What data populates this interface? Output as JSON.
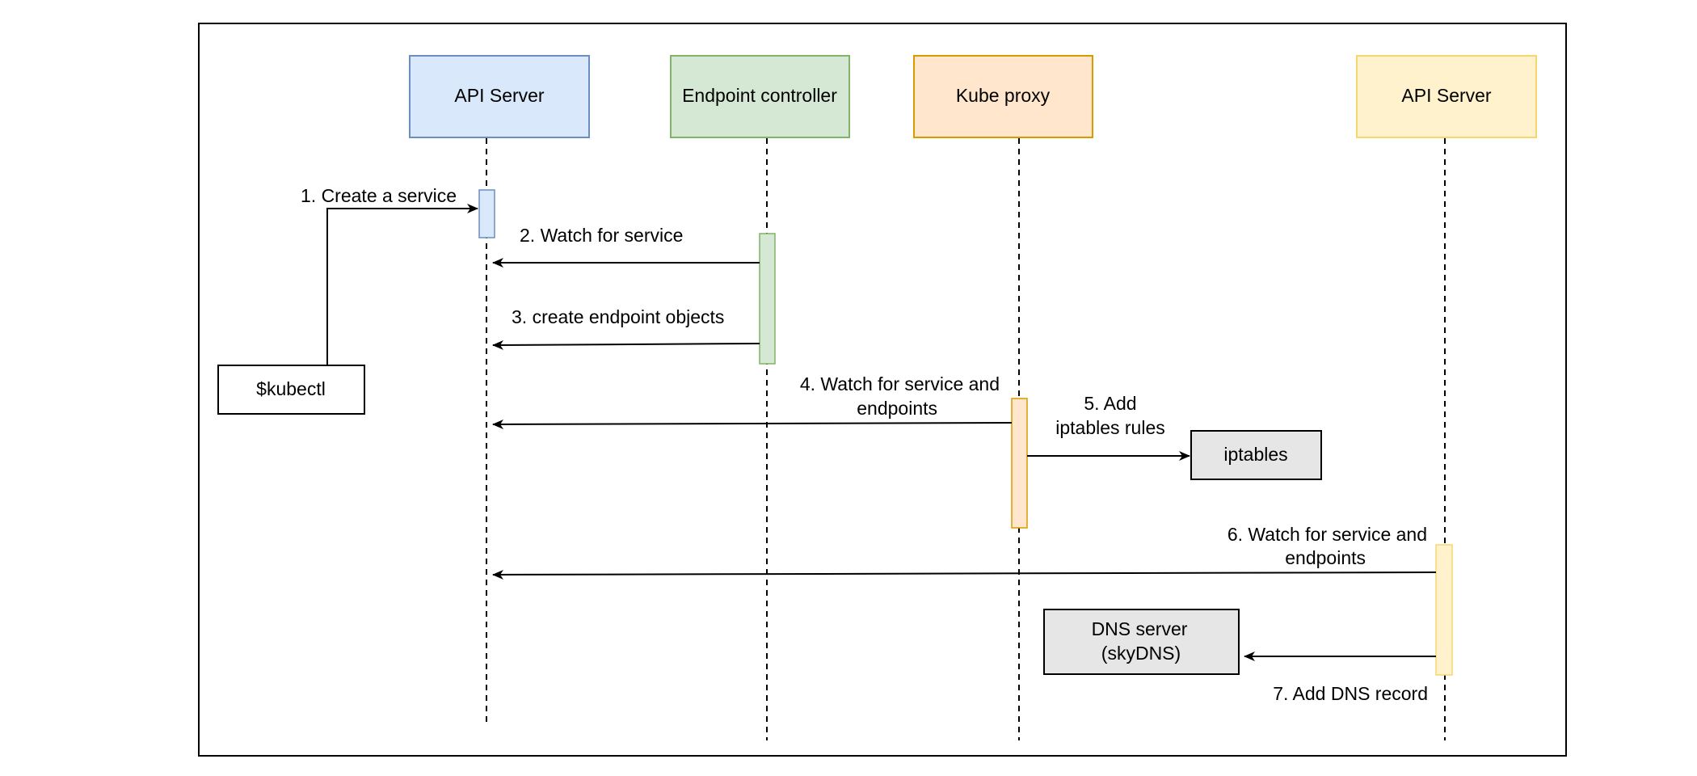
{
  "participants": [
    {
      "id": "api1",
      "label": "API Server",
      "fill": "#dae8fc",
      "stroke": "#6c8ebf"
    },
    {
      "id": "ep",
      "label": "Endpoint controller",
      "fill": "#d5e8d4",
      "stroke": "#82b366"
    },
    {
      "id": "kp",
      "label": "Kube proxy",
      "fill": "#ffe6cc",
      "stroke": "#d79b00"
    },
    {
      "id": "api2",
      "label": "API Server",
      "fill": "#fff2cc",
      "stroke": "#f5d76e"
    }
  ],
  "external_boxes": {
    "kubectl": {
      "label": "$kubectl",
      "fill": "#ffffff",
      "stroke": "#000000"
    },
    "iptables": {
      "label": "iptables",
      "fill": "#e6e6e6",
      "stroke": "#000000"
    },
    "dns": {
      "label_line1": "DNS server",
      "label_line2": "(skyDNS)",
      "fill": "#e6e6e6",
      "stroke": "#000000"
    }
  },
  "messages": [
    {
      "id": "m1",
      "text": "1. Create a service",
      "from": "$kubectl",
      "to": "API Server"
    },
    {
      "id": "m2",
      "text": "2. Watch for service",
      "from": "Endpoint controller",
      "to": "API Server"
    },
    {
      "id": "m3",
      "text": "3. create endpoint objects",
      "from": "Endpoint controller",
      "to": "API Server"
    },
    {
      "id": "m4",
      "text_line1": "4. Watch for service and",
      "text_line2": "endpoints",
      "from": "Kube proxy",
      "to": "API Server"
    },
    {
      "id": "m5",
      "text_line1": "5. Add",
      "text_line2": "iptables rules",
      "from": "Kube proxy",
      "to": "iptables"
    },
    {
      "id": "m6",
      "text_line1": "6. Watch for service and",
      "text_line2": "endpoints",
      "from": "API Server",
      "to": "API Server"
    },
    {
      "id": "m7",
      "text": "7. Add DNS record",
      "from": "API Server",
      "to": "DNS server (skyDNS)"
    }
  ],
  "colors": {
    "frame_stroke": "#000000",
    "line": "#000000"
  }
}
